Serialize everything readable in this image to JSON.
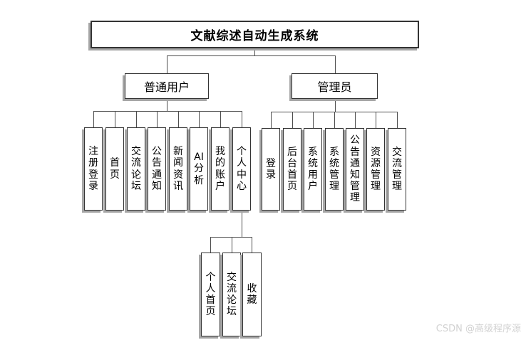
{
  "diagram": {
    "root": "文献综述自动生成系统",
    "branches": [
      {
        "label": "普通用户",
        "children": [
          "注册登录",
          "首页",
          "交流论坛",
          "公告通知",
          "新闻资讯",
          "AI分析",
          "我的账户",
          "个人中心"
        ]
      },
      {
        "label": "管理员",
        "children": [
          "登录",
          "后台首页",
          "系统用户",
          "系统管理",
          "公告通知管理",
          "资源管理",
          "交流管理"
        ]
      }
    ],
    "personal_center_children": [
      "个人首页",
      "交流论坛",
      "收藏"
    ]
  },
  "watermark": "CSDN @高级程序源",
  "colors": {
    "background": "#ffffff",
    "box_border": "#333333",
    "box_shadow": "#a6a6a6",
    "connector_line": "#4d4d4d",
    "watermark_text": "#d2d2d2"
  }
}
